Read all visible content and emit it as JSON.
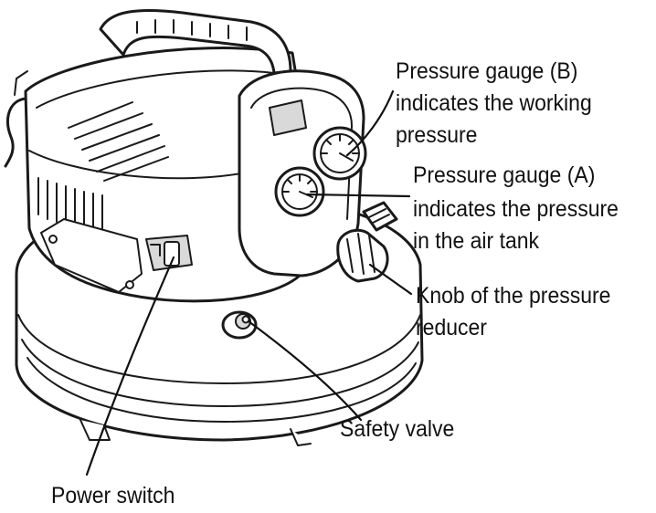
{
  "labels": {
    "gauge_b": [
      "Pressure gauge (B)",
      "indicates the working",
      "pressure"
    ],
    "gauge_a": [
      "Pressure gauge (A)",
      "indicates the pressure",
      "in the air tank"
    ],
    "knob": [
      "Knob of the pressure",
      "reducer"
    ],
    "safety_valve": "Safety valve",
    "power_switch": "Power switch"
  },
  "colors": {
    "ink": "#1a1a1a",
    "background": "#ffffff"
  }
}
